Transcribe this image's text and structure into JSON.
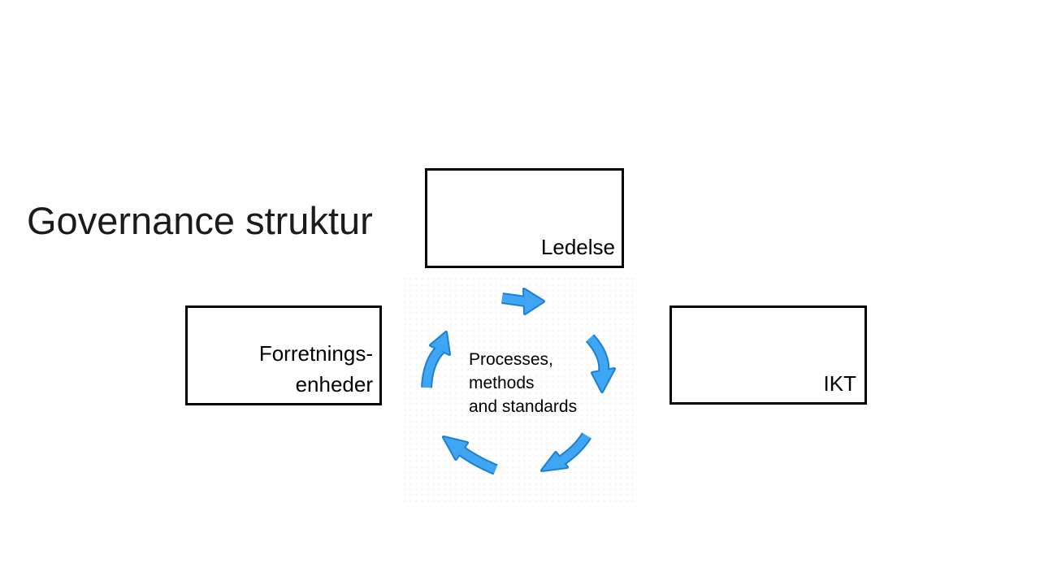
{
  "slide": {
    "title": "Governance struktur"
  },
  "boxes": {
    "ledelse": {
      "label": "Ledelse"
    },
    "forretningsenheder": {
      "label_lines": [
        "Forretnings-",
        "enheder"
      ]
    },
    "ikt": {
      "label": "IKT"
    }
  },
  "cycle": {
    "center_text_lines": [
      "Processes,",
      "methods",
      "and standards"
    ],
    "arrow_count": 5,
    "direction": "clockwise"
  },
  "colors": {
    "arrow-fill": "#3EA6F2",
    "arrow-outline": "#1C7FD6",
    "box-border": "#000000",
    "title-text": "#1B1B1B",
    "body-text": "#000000",
    "background": "#FFFFFF"
  }
}
